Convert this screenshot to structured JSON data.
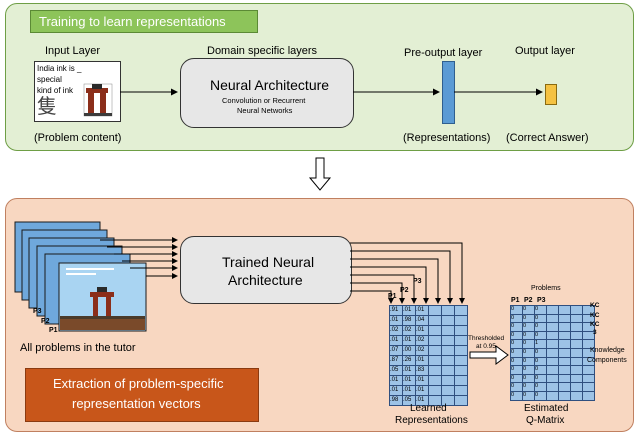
{
  "top_panel": {
    "title": "Training to learn representations",
    "input_layer_label": "Input Layer",
    "input_text": [
      "India ink is _",
      "special",
      "kind of ink"
    ],
    "input_caption": "(Problem content)",
    "domain_layers_label": "Domain specific layers",
    "neural_title": "Neural Architecture",
    "neural_subtitle": [
      "Convolution or Recurrent",
      "Neural Networks"
    ],
    "pre_output_label": "Pre-output layer",
    "pre_output_caption": "(Representations)",
    "output_label": "Output layer",
    "output_caption": "(Correct Answer)"
  },
  "bottom_panel": {
    "trained_title": [
      "Trained Neural",
      "Architecture"
    ],
    "problems_caption": "All problems in the tutor",
    "stack_labels": [
      "P3",
      "P2",
      "P1"
    ],
    "vector_labels": [
      "P1",
      "P2",
      "P3"
    ],
    "learned_values": [
      [
        ".91",
        ".01",
        ".01"
      ],
      [
        ".01",
        ".98",
        ".04"
      ],
      [
        ".02",
        ".02",
        ".01"
      ],
      [
        ".01",
        ".01",
        ".02"
      ],
      [
        ".07",
        ".00",
        ".02"
      ],
      [
        ".87",
        ".26",
        ".01"
      ],
      [
        ".05",
        ".01",
        ".83"
      ],
      [
        ".01",
        ".01",
        ".01"
      ],
      [
        ".01",
        ".01",
        ".01"
      ],
      [
        ".98",
        ".05",
        ".01"
      ]
    ],
    "learned_caption": [
      "Learned",
      "Representations"
    ],
    "threshold_label": [
      "Thresholded",
      "at 0.95"
    ],
    "problems_header": "Problems",
    "q_col_labels": [
      "P1",
      "P2",
      "P3"
    ],
    "q_values": [
      [
        "0",
        "0",
        "0"
      ],
      [
        "0",
        "0",
        "0"
      ],
      [
        "0",
        "0",
        "0"
      ],
      [
        "0",
        "0",
        "0"
      ],
      [
        "0",
        "0",
        "1"
      ],
      [
        "0",
        "0",
        "0"
      ],
      [
        "0",
        "0",
        "0"
      ],
      [
        "0",
        "0",
        "0"
      ],
      [
        "0",
        "0",
        "0"
      ],
      [
        "0",
        "0",
        "0"
      ],
      [
        "0",
        "0",
        "0"
      ]
    ],
    "kc_labels": [
      "KC",
      "KC",
      "KC",
      "3"
    ],
    "knowledge_label": [
      "Knowledge",
      "Components"
    ],
    "q_caption": [
      "Estimated",
      "Q-Matrix"
    ],
    "extraction_text": [
      "Extraction of problem-specific",
      "representation vectors"
    ]
  },
  "colors": {
    "top_bg": "#e3efd4",
    "top_border": "#6e9e45",
    "title_box": "#8dc45a",
    "bottom_bg": "#f8d7c1",
    "bottom_border": "#c08060",
    "extraction_box": "#c8561a",
    "cell_fill": "#9dc3e6",
    "pre_output": "#5b9bd5",
    "output": "#f5c242"
  }
}
